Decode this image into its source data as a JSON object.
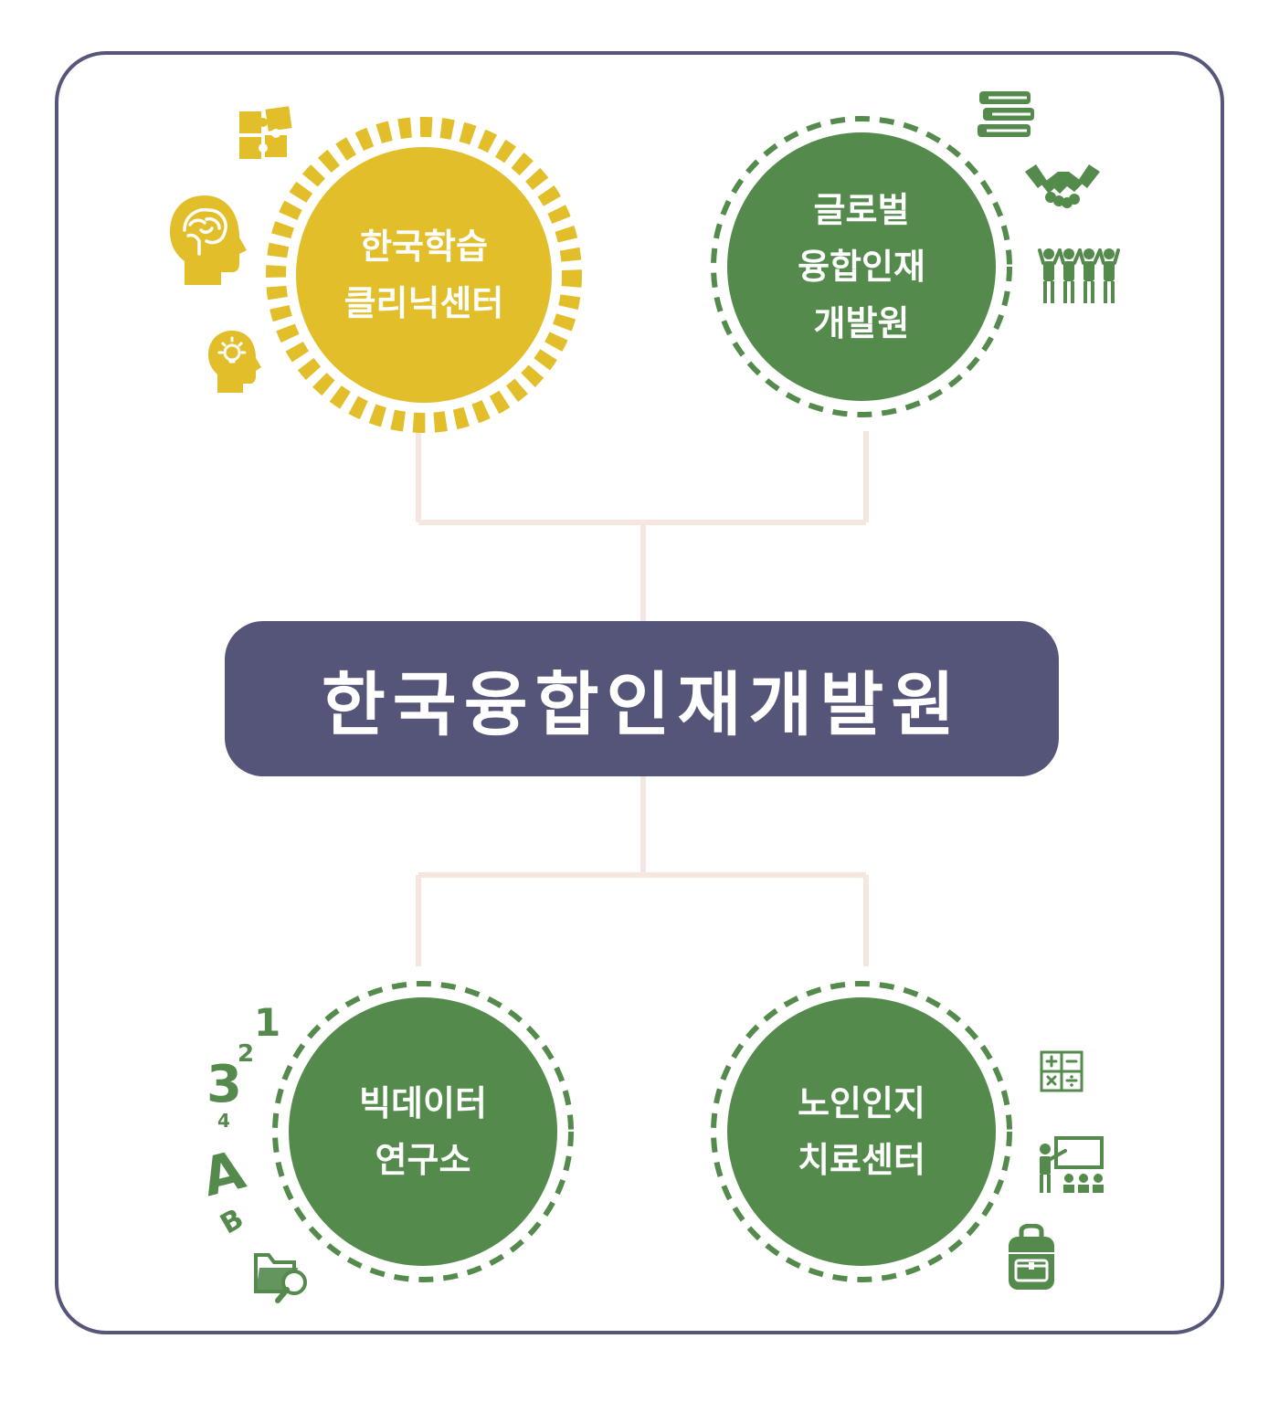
{
  "center": {
    "label": "한국융합인재개발원"
  },
  "nodes": {
    "clinic": {
      "lines": [
        "한국학습",
        "클리닉센터"
      ]
    },
    "global": {
      "lines": [
        "글로벌",
        "융합인재",
        "개발원"
      ]
    },
    "bigdata": {
      "lines": [
        "빅데이터",
        "연구소"
      ]
    },
    "senior": {
      "lines": [
        "노인인지",
        "치료센터"
      ]
    }
  },
  "icon_labels": {
    "numbers": [
      "1",
      "2",
      "3",
      "4"
    ],
    "letters": [
      "A",
      "B"
    ]
  },
  "colors": {
    "frame": "#56567a",
    "center": "#555579",
    "yellow": "#e2bf2a",
    "green": "#548a4c",
    "connector": "#f6e6e0"
  },
  "icons": {
    "clinic": [
      "puzzle-icon",
      "brain-head-icon",
      "idea-head-icon"
    ],
    "global": [
      "books-icon",
      "handshake-icon",
      "people-group-icon"
    ],
    "bigdata": [
      "numbers-letters-icon",
      "folder-search-icon"
    ],
    "senior": [
      "calculator-icon",
      "teacher-class-icon",
      "backpack-icon"
    ]
  }
}
